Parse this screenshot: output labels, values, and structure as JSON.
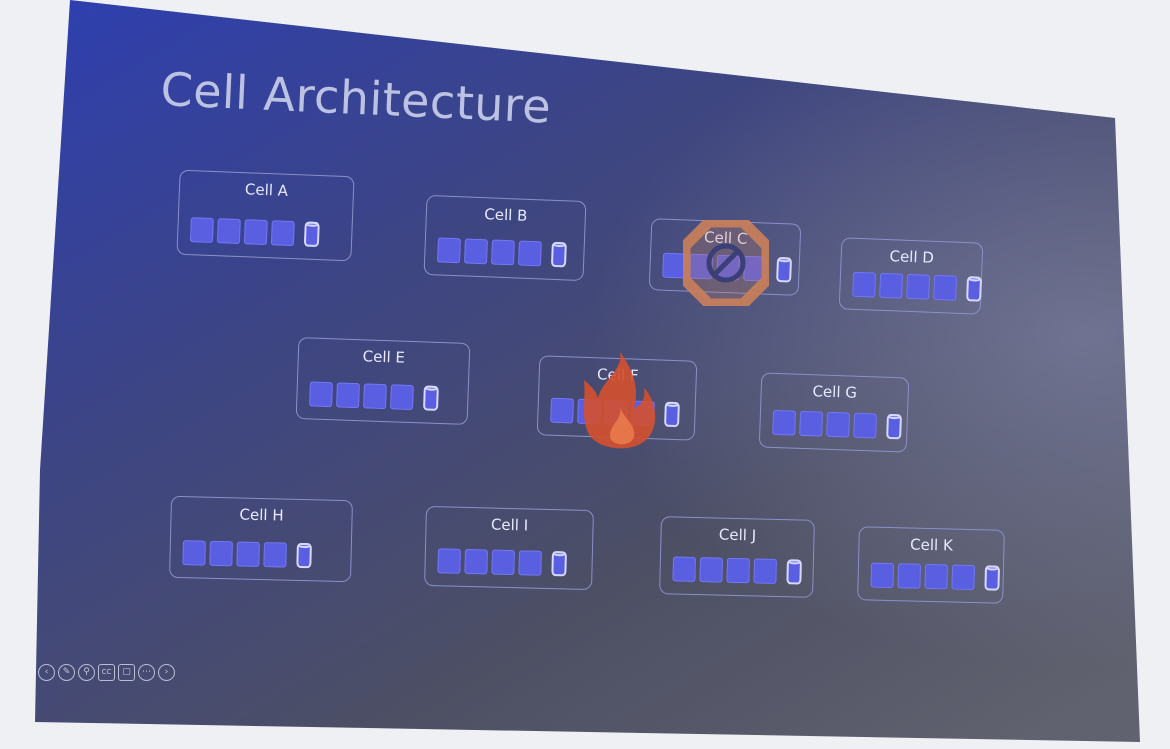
{
  "slide": {
    "title": "Cell Architecture"
  },
  "cells": [
    {
      "label": "Cell A",
      "instances": 4,
      "status": "normal"
    },
    {
      "label": "Cell B",
      "instances": 4,
      "status": "normal"
    },
    {
      "label": "Cell C",
      "instances": 4,
      "status": "blocked"
    },
    {
      "label": "Cell D",
      "instances": 4,
      "status": "normal"
    },
    {
      "label": "Cell E",
      "instances": 4,
      "status": "normal"
    },
    {
      "label": "Cell F",
      "instances": 4,
      "status": "on-fire"
    },
    {
      "label": "Cell G",
      "instances": 4,
      "status": "normal"
    },
    {
      "label": "Cell H",
      "instances": 4,
      "status": "normal"
    },
    {
      "label": "Cell I",
      "instances": 4,
      "status": "normal"
    },
    {
      "label": "Cell J",
      "instances": 4,
      "status": "normal"
    },
    {
      "label": "Cell K",
      "instances": 4,
      "status": "normal"
    }
  ],
  "overlays": {
    "blocked_icon": "prohibited-icon",
    "fire_icon": "flame-icon"
  },
  "toolbar": {
    "icons": [
      "previous-icon",
      "pen-icon",
      "zoom-icon",
      "subtitles-icon",
      "slides-icon",
      "more-icon",
      "next-icon"
    ],
    "captions_label": "CC"
  },
  "colors": {
    "slide_background_top": "#2e3fb0",
    "slide_background_bottom": "#5b5d6e",
    "instance_fill": "#5a5ee0",
    "cell_border": "#8a90c8",
    "stop_sign": "#c87f5a",
    "flame": "#d4502e"
  }
}
